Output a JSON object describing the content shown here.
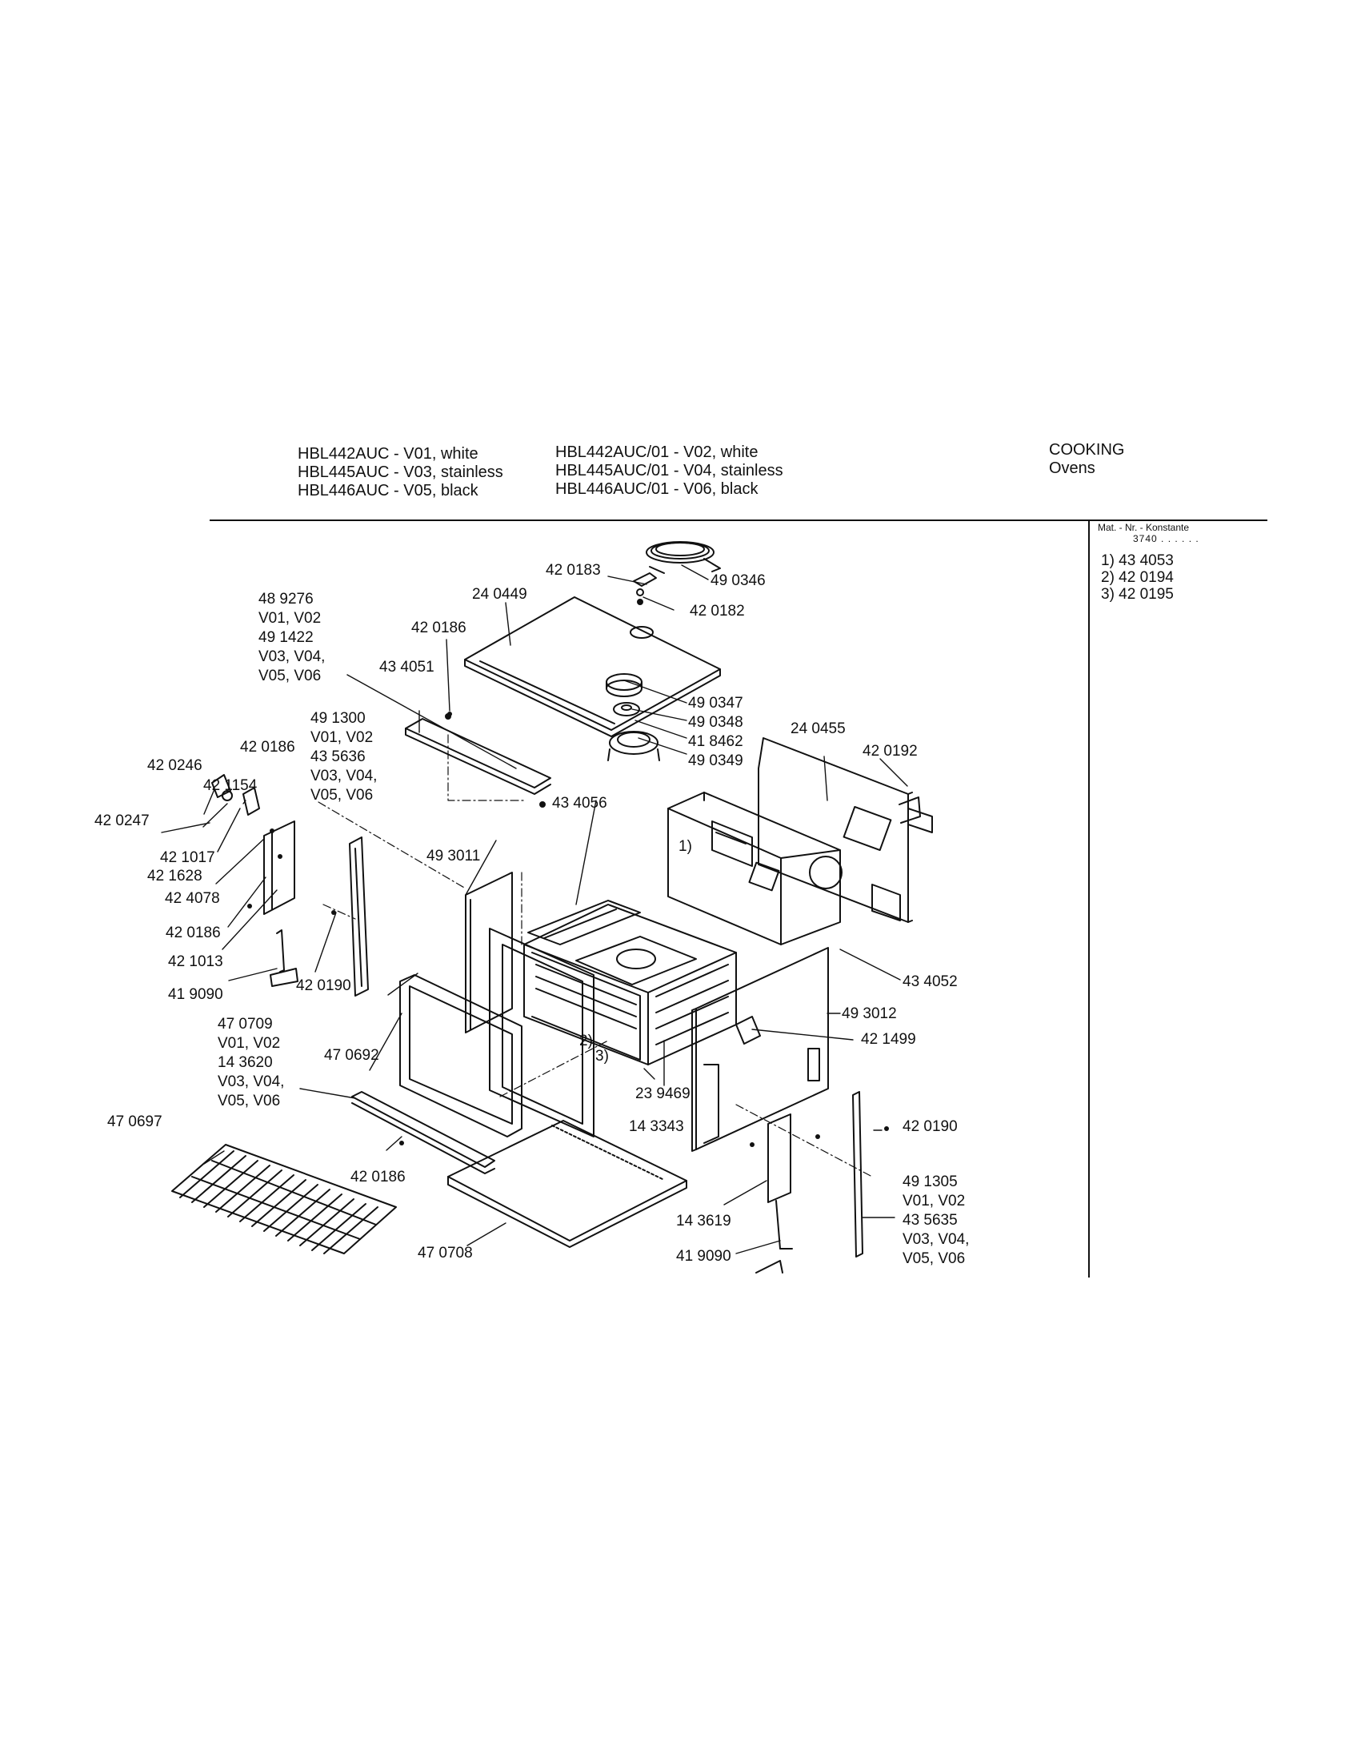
{
  "header": {
    "models_left": [
      "HBL442AUC - V01, white",
      "HBL445AUC - V03, stainless",
      "HBL446AUC - V05, black"
    ],
    "models_right": [
      "HBL442AUC/01 - V02, white",
      "HBL445AUC/01 - V04, stainless",
      "HBL446AUC/01 - V06, black"
    ],
    "category": "COOKING",
    "subcategory": "Ovens"
  },
  "side_panel": {
    "mat_label": "Mat. - Nr. - Konstante",
    "mat_value": "3740 . . . . . .",
    "notes": [
      "1) 43 4053",
      "2) 42 0194",
      "3) 42 0195"
    ]
  },
  "parts": {
    "p490346": "49 0346",
    "p420183": "42 0183",
    "p420182": "42 0182",
    "p240449": "24 0449",
    "p489276": [
      "48 9276",
      "V01, V02",
      "49 1422",
      "V03, V04,",
      "V05, V06"
    ],
    "p420186_top": "42 0186",
    "p434051": "43 4051",
    "p490347": "49 0347",
    "p490348": "49 0348",
    "p418462": "41 8462",
    "p490349": "49 0349",
    "p240455": "24 0455",
    "p420192": "42 0192",
    "p491300": [
      "49 1300",
      "V01, V02",
      "43 5636",
      "V03, V04,",
      "V05, V06"
    ],
    "p420186_left": "42 0186",
    "p420246": "42 0246",
    "p421154": "42 1154",
    "p420247": "42 0247",
    "p421017": "42 1017",
    "p421628": "42 1628",
    "p424078": "42 4078",
    "p420186_mid": "42 0186",
    "p421013": "42 1013",
    "p419090_left": "41 9090",
    "p420190_left": "42 0190",
    "p434056": "43 4056",
    "p493011": "49 3011",
    "note1": "1)",
    "note2": "2)",
    "note3": "3)",
    "p434052": "43 4052",
    "p493012": "49 3012",
    "p421499": "42 1499",
    "p470709": [
      "47 0709",
      "V01, V02",
      "14 3620",
      "V03, V04,",
      "V05, V06"
    ],
    "p470692": "47 0692",
    "p239469": "23 9469",
    "p143343": "14 3343",
    "p470697": "47 0697",
    "p420186_bottom": "42 0186",
    "p470708": "47 0708",
    "p420190_right": "42 0190",
    "p143619": "14 3619",
    "p419090_right": "41 9090",
    "p491305": [
      "49 1305",
      "V01, V02",
      "43 5635",
      "V03, V04,",
      "V05, V06"
    ]
  }
}
